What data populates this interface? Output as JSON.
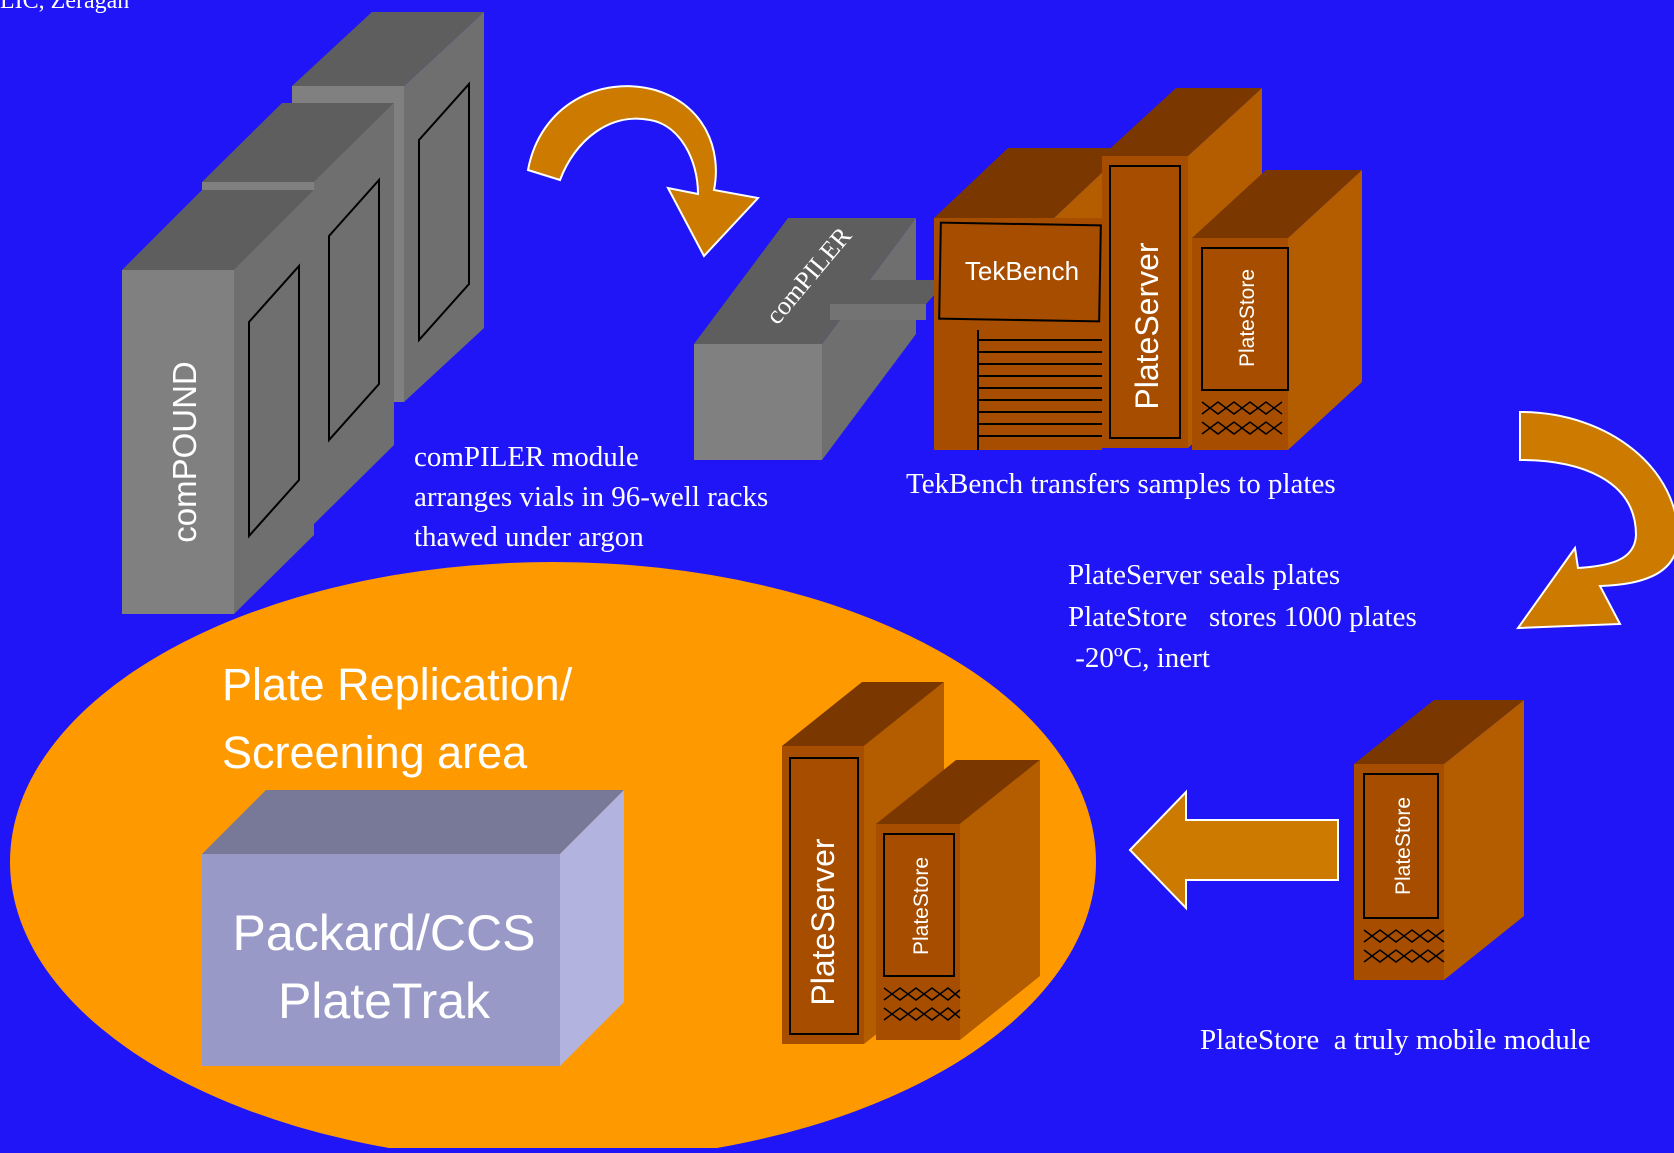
{
  "top_fragment": "LIC, Zeragan",
  "compound_label": "comPOUND",
  "compiler_label": "comPILER",
  "compiler_caption": [
    "comPILER module",
    "arranges vials in 96-well racks",
    "thawed under argon"
  ],
  "tekbench_label": "TekBench",
  "plateserver_label": "PlateServer",
  "platestore_label": "PlateStore",
  "tekbench_caption": "TekBench transfers samples to plates",
  "plateserver_caption": [
    "PlateServer seals plates",
    "PlateStore   stores 1000 plates",
    " -20ºC, inert"
  ],
  "mobile_caption": "PlateStore  a truly mobile module",
  "screening_title": [
    "Plate Replication/",
    "Screening area"
  ],
  "packard_label": [
    "Packard/CCS",
    "PlateTrak"
  ],
  "colors": {
    "background": "#1f15f7",
    "ellipse": "#ff9900",
    "arrow": "#cc7a00",
    "gray_front": "#808080",
    "gray_top": "#5e5e5e",
    "gray_side": "#6f6f6f",
    "brown_front": "#a64d00",
    "brown_top": "#7a3800",
    "brown_side": "#b35c00",
    "box_front": "#9999c8",
    "box_top": "#787898",
    "box_side": "#b3b3e0"
  }
}
